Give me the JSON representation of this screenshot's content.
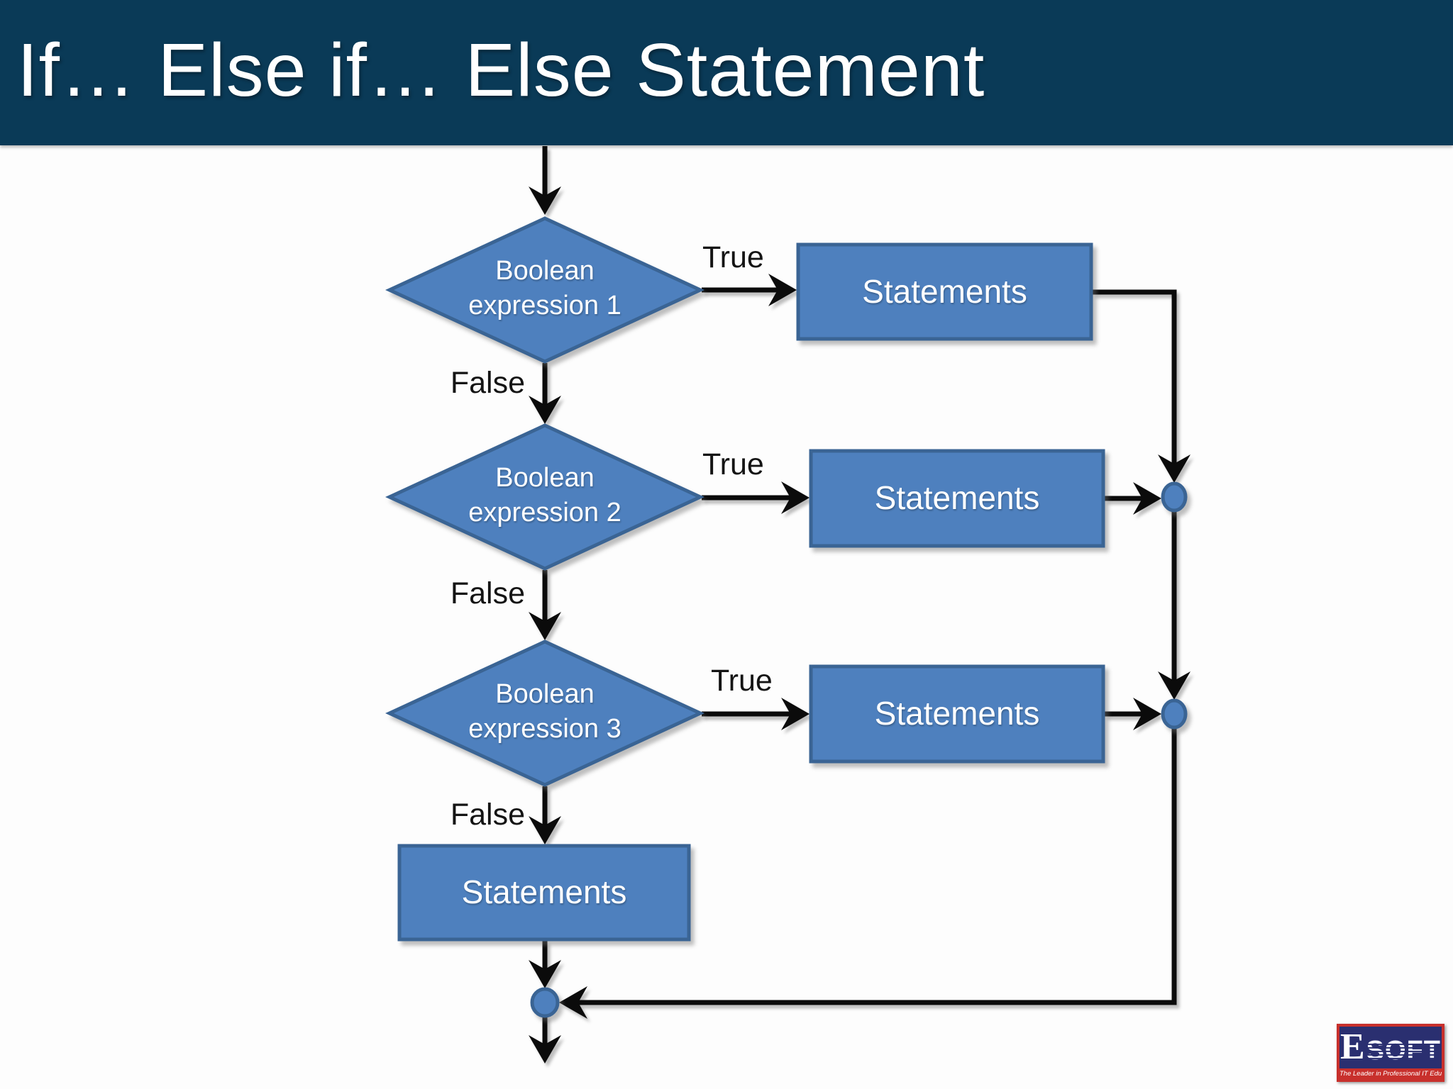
{
  "header": {
    "title": "If… Else if… Else Statement"
  },
  "flowchart": {
    "decisions": [
      {
        "line1": "Boolean",
        "line2": "expression 1"
      },
      {
        "line1": "Boolean",
        "line2": "expression 2"
      },
      {
        "line1": "Boolean",
        "line2": "expression 3"
      }
    ],
    "branch_labels": {
      "true1": "True",
      "false1": "False",
      "true2": "True",
      "false2": "False",
      "true3": "True",
      "false3": "False"
    },
    "boxes": {
      "stmt1": "Statements",
      "stmt2": "Statements",
      "stmt3": "Statements",
      "stmt_else": "Statements"
    }
  },
  "logo": {
    "e": "E",
    "soft": "SOFT",
    "tagline": "The Leader in Professional IT Education"
  },
  "colors": {
    "header_bg": "#0a3a57",
    "shape_fill": "#4e80be",
    "shape_border": "#3a6494",
    "line": "#0b0b0b"
  }
}
